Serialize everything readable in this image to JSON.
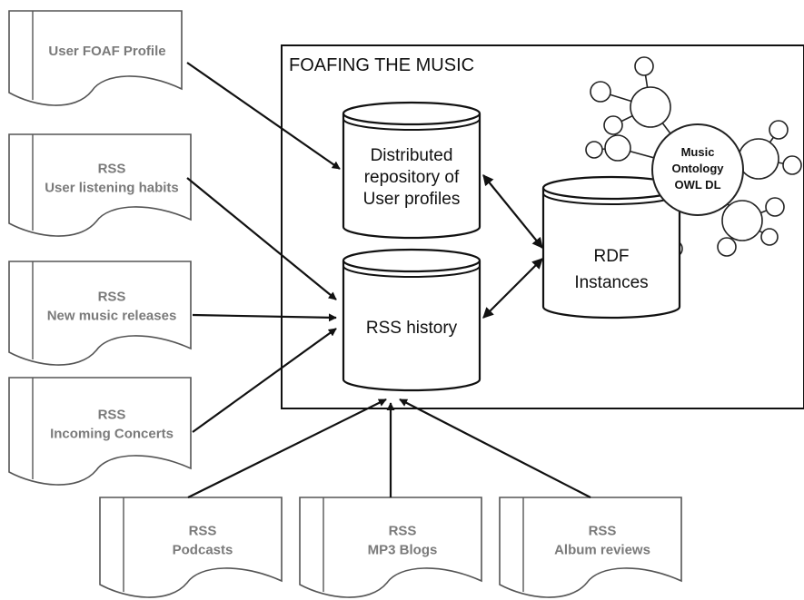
{
  "system": {
    "title": "FOAFING THE MUSIC"
  },
  "repositories": {
    "profiles": [
      "Distributed",
      "repository of",
      "User profiles"
    ],
    "rss_history": [
      "RSS history"
    ],
    "rdf": [
      "RDF",
      "Instances"
    ]
  },
  "ontology": {
    "lines": [
      "Music",
      "Ontology",
      "OWL DL"
    ]
  },
  "sources": {
    "foaf_profile": [
      "User FOAF Profile"
    ],
    "listening_habits": [
      "RSS",
      "User listening habits"
    ],
    "new_releases": [
      "RSS",
      "New music releases"
    ],
    "concerts": [
      "RSS",
      "Incoming Concerts"
    ],
    "podcasts": [
      "RSS",
      "Podcasts"
    ],
    "mp3_blogs": [
      "RSS",
      "MP3 Blogs"
    ],
    "album_reviews": [
      "RSS",
      "Album reviews"
    ]
  }
}
